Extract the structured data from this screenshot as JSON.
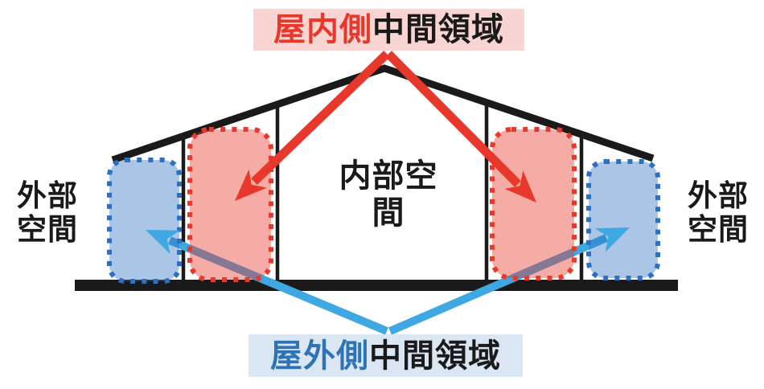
{
  "labels": {
    "indoor": {
      "prefix": "屋内側",
      "suffix": "中間領域"
    },
    "outdoor": {
      "prefix": "屋外側",
      "suffix": "中間領域"
    }
  },
  "spaces": {
    "interior": {
      "line1": "内部空",
      "line2": "間"
    },
    "exterior_left": {
      "line1": "外部",
      "line2": "空間"
    },
    "exterior_right": {
      "line1": "外部",
      "line2": "空間"
    }
  },
  "colors": {
    "red": "#E8382B",
    "red_zone_fill": "#F4A9A4",
    "red_label_bg": "#F8D5D2",
    "blue_border": "#2D6FC1",
    "blue_zone_fill": "#ABC5E6",
    "blue_arrow": "#3FA7E2",
    "blue_text": "#2E74B5",
    "blue_label_bg": "#DBE6F3",
    "structure_black": "#1A1A1A"
  }
}
